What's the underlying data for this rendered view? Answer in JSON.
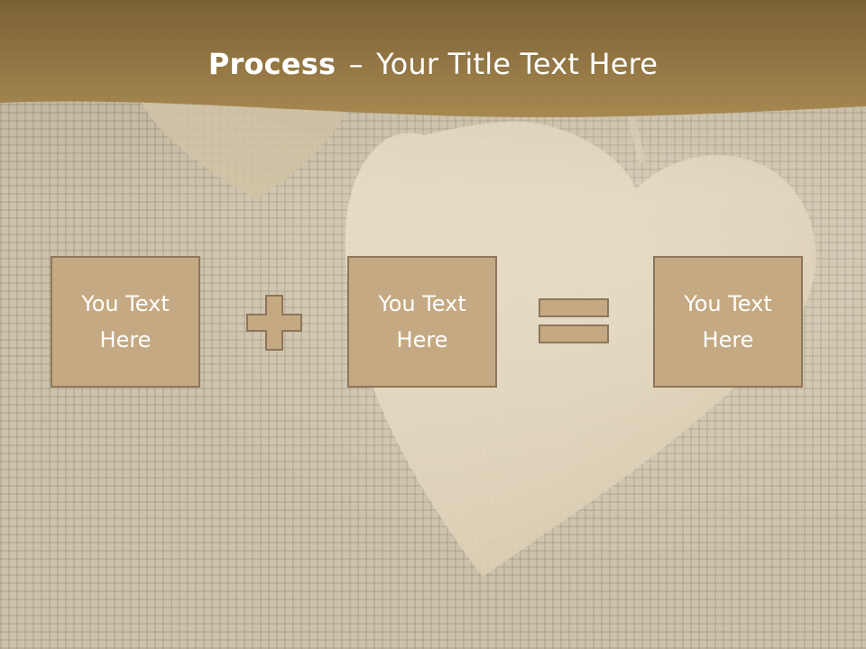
{
  "slide": {
    "title_bold": "Process",
    "title_sep": "–",
    "title_rest": "Your Title Text Here",
    "boxes": [
      {
        "text": "You Text\nHere"
      },
      {
        "text": "You Text\nHere"
      },
      {
        "text": "You Text\nHere"
      }
    ],
    "operators": [
      "plus-icon",
      "equals-icon"
    ]
  },
  "colors": {
    "header": "#8a6d3b",
    "box_fill": "#c4a982",
    "box_border": "#8d7659",
    "text": "#ffffff"
  }
}
